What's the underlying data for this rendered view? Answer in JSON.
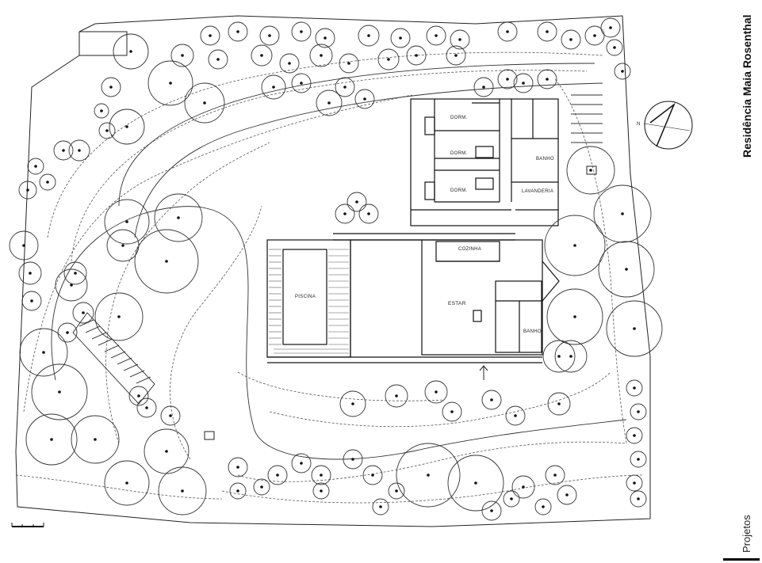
{
  "sidebar": {
    "title": "Residência Maia Rosenthal",
    "section": "Projetos"
  },
  "plan": {
    "north": "N",
    "rooms": {
      "dorm1": "DORM.",
      "dorm2": "DORM.",
      "dorm3": "DORM.",
      "banho1": "BANHO",
      "lavanderia": "LAVANDERIA",
      "cozinha": "COZINHA",
      "estar": "ESTAR",
      "piscina": "PISCINA",
      "banho2": "BANHO"
    }
  }
}
